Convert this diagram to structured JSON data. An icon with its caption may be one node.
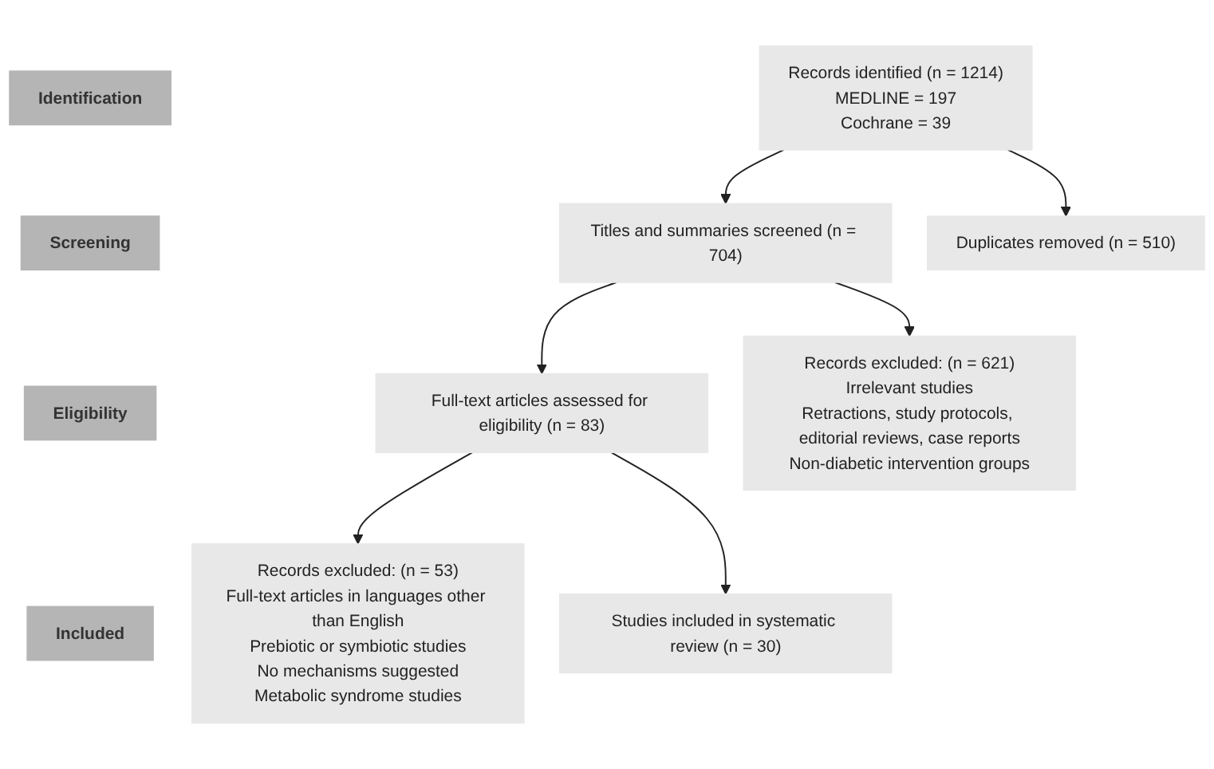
{
  "diagram": {
    "nodes": [
      {
        "text": [
          "Identification"
        ]
      },
      {
        "text": [
          "Records identified (n = 1214)",
          "MEDLINE = 197",
          "Cochrane = 39"
        ]
      },
      {
        "text": [
          "Duplicates removed (n = 510)"
        ]
      },
      {
        "text": [
          "Screening"
        ]
      },
      {
        "text": [
          "Titles and summaries screened (n = 704)"
        ]
      },
      {
        "text": [
          "Records excluded: (n = 621)",
          "Irrelevant studies",
          "Retractions, study protocols, editorial reviews, case reports",
          "Non-diabetic intervention groups"
        ]
      },
      {
        "text": [
          "Eligibility"
        ]
      },
      {
        "text": [
          "Full-text articles assessed for eligibility (n = 83)"
        ]
      },
      {
        "text": [
          "Records excluded: (n = 53)",
          "Full-text articles in languages other than English",
          "Prebiotic or symbiotic studies",
          "No mechanisms suggested",
          "Metabolic syndrome studies"
        ]
      },
      {
        "text": [
          "Included"
        ]
      },
      {
        "text": [
          "Studies included in systematic review (n = 30)"
        ]
      }
    ],
    "edges": [
      {
        "from": 1,
        "to": 2,
        "arrow": "to"
      },
      {
        "from": 1,
        "to": 4,
        "arrow": "to"
      },
      {
        "from": 4,
        "to": 5,
        "arrow": "to"
      },
      {
        "from": 4,
        "to": 7,
        "arrow": "to"
      },
      {
        "from": 7,
        "to": 8,
        "arrow": "to"
      },
      {
        "from": 7,
        "to": 10,
        "arrow": "to"
      }
    ]
  }
}
